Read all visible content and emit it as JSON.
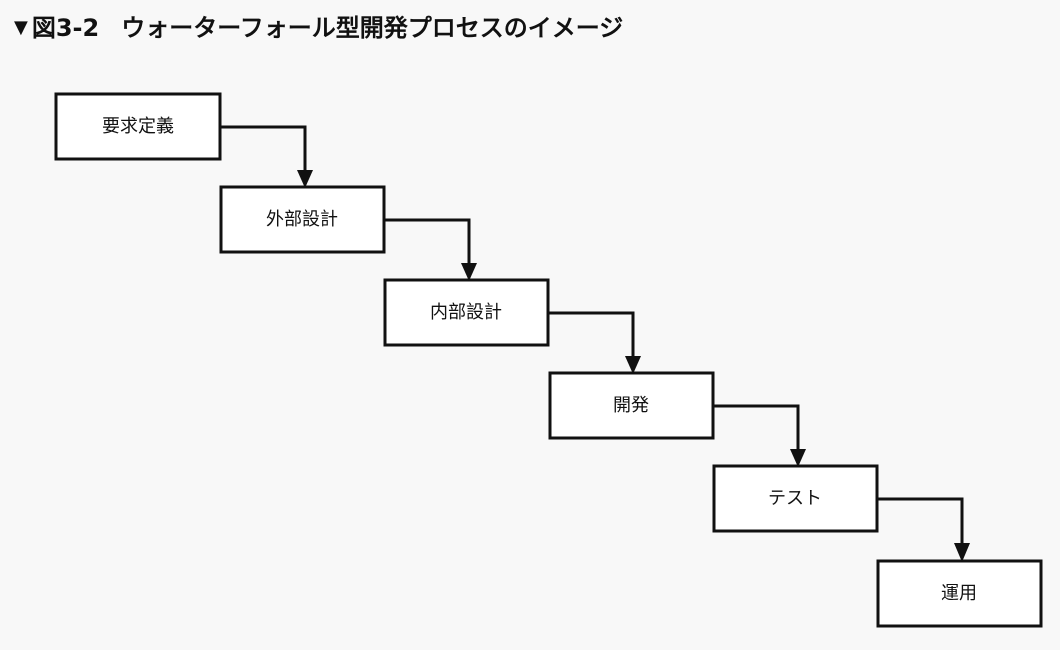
{
  "figure": {
    "marker": "▼",
    "number": "図3-2",
    "title": "ウォーターフォール型開発プロセスのイメージ"
  },
  "steps": [
    {
      "label": "要求定義"
    },
    {
      "label": "外部設計"
    },
    {
      "label": "内部設計"
    },
    {
      "label": "開発"
    },
    {
      "label": "テスト"
    },
    {
      "label": "運用"
    }
  ],
  "colors": {
    "background": "#f8f8f8",
    "box_fill": "#ffffff",
    "stroke": "#111111"
  }
}
